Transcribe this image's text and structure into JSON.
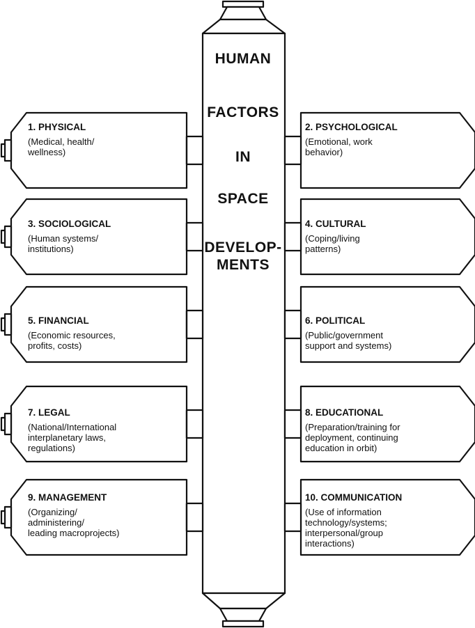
{
  "central_title": {
    "lines": [
      "HUMAN",
      "FACTORS",
      "IN",
      "SPACE",
      "DEVELOP-",
      "MENTS"
    ]
  },
  "modules": {
    "left": [
      {
        "title": "1.  PHYSICAL",
        "desc": [
          "(Medical, health/",
          "wellness)"
        ]
      },
      {
        "title": "3.  SOCIOLOGICAL",
        "desc": [
          "(Human systems/",
          "institutions)"
        ]
      },
      {
        "title": "5.  FINANCIAL",
        "desc": [
          "(Economic resources,",
          "profits, costs)"
        ]
      },
      {
        "title": "7.  LEGAL",
        "desc": [
          "(National/International",
          "interplanetary laws,",
          "regulations)"
        ]
      },
      {
        "title": "9.  MANAGEMENT",
        "desc": [
          "(Organizing/",
          "administering/",
          "leading macroprojects)"
        ]
      }
    ],
    "right": [
      {
        "title": "2.  PSYCHOLOGICAL",
        "desc": [
          "(Emotional, work",
          "behavior)"
        ]
      },
      {
        "title": "4.  CULTURAL",
        "desc": [
          "(Coping/living",
          "patterns)"
        ]
      },
      {
        "title": "6.  POLITICAL",
        "desc": [
          "(Public/government",
          "support and systems)"
        ]
      },
      {
        "title": "8.  EDUCATIONAL",
        "desc": [
          "(Preparation/training for",
          "deployment, continuing",
          "education in orbit)"
        ]
      },
      {
        "title": "10.  COMMUNICATION",
        "desc": [
          "(Use of information",
          "technology/systems;",
          "interpersonal/group",
          "interactions)"
        ]
      }
    ]
  },
  "colors": {
    "ink": "#111111",
    "paper": "#ffffff"
  }
}
